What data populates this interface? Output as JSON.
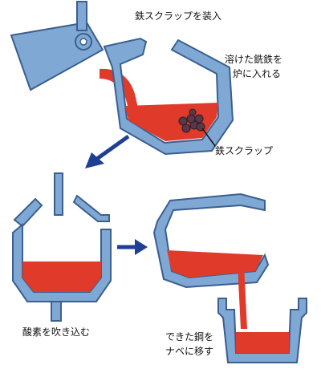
{
  "labels": {
    "charge_scrap": "鉄スクラップを装入",
    "pour_pig_iron_line1": "溶けた銑鉄を",
    "pour_pig_iron_line2": "炉に入れる",
    "scrap": "鉄スクラップ",
    "blow_oxygen": "酸素を吹き込む",
    "tap_steel_line1": "できた鋼を",
    "tap_steel_line2": "ナベに移す"
  },
  "colors": {
    "vessel_fill": "#7fa8d4",
    "vessel_outline": "#3b5f8f",
    "molten_metal": "#e03a2a",
    "scrap_lump": "#5a3848",
    "flow_arrow": "#1f3f95",
    "background": "#ffffff",
    "text": "#111111"
  }
}
